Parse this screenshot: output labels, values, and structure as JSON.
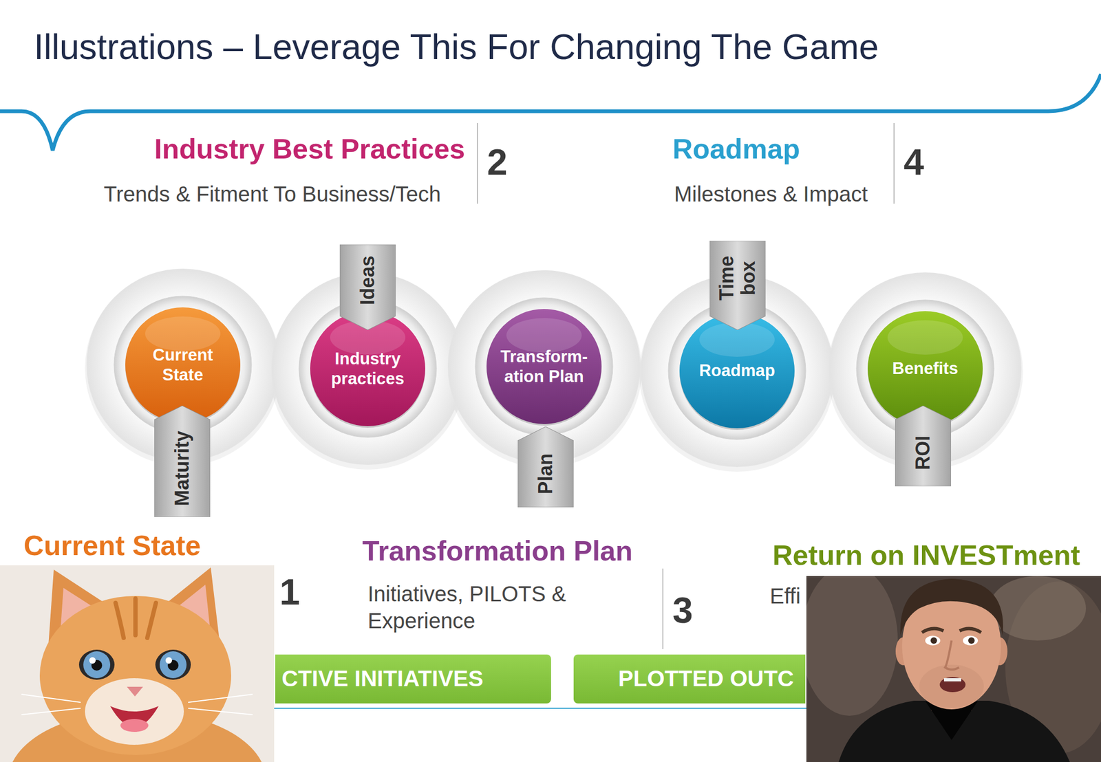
{
  "diagram": {
    "title": "Illustrations – Leverage This For Changing The Game",
    "nodes": [
      {
        "text": [
          "Current State"
        ]
      },
      {
        "text": [
          "Maturity"
        ]
      },
      {
        "text": [
          "Ideas"
        ]
      },
      {
        "text": [
          "Industry practices"
        ]
      },
      {
        "text": [
          "Transform- ation Plan"
        ]
      },
      {
        "text": [
          "Plan"
        ]
      },
      {
        "text": [
          "Time box"
        ]
      },
      {
        "text": [
          "Roadmap"
        ]
      },
      {
        "text": [
          "Benefits"
        ]
      },
      {
        "text": [
          "ROI"
        ]
      },
      {
        "text": [
          "CTIVE INITIATIVES"
        ]
      },
      {
        "text": [
          "PLOTTED OUTC"
        ]
      }
    ],
    "labels": [
      "Industry Best Practices",
      "Trends & Fitment To Business/Tech",
      "2",
      "Roadmap",
      "Milestones & Impact",
      "4",
      "Current State",
      "1",
      "Transformation Plan",
      "Initiatives, PILOTS & Experience",
      "3",
      "Return on INVESTment",
      "Effi"
    ]
  }
}
